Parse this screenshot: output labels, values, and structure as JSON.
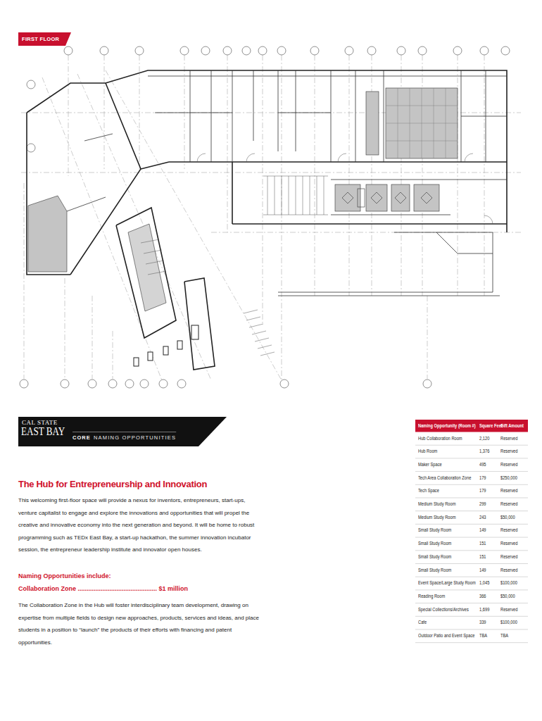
{
  "diagram": {
    "title": "The Hub for Entrepreneurship and Innovation",
    "nodes": [
      {
        "text": [
          "FIRST FLOOR"
        ]
      },
      {
        "text": [
          "CAL STATE",
          "EAST BAY",
          "CORE",
          "NAMING OPPORTUNITIES"
        ]
      }
    ],
    "labels": [
      "Naming Opportunity (Room #)",
      "Square Feet",
      "Gift Amount",
      "Hub Collaboration Room",
      "2,120",
      "Reserved",
      "Hub Room",
      "1,376",
      "Reserved",
      "Maker Space",
      "495",
      "Reserved",
      "Tech Area Collaboration Zone",
      "179",
      "$250,000",
      "Tech Space",
      "179",
      "Reserved",
      "Medium Study Room",
      "299",
      "Reserved",
      "Medium Study Room",
      "243",
      "$50,000",
      "Small Study Room",
      "149",
      "Reserved",
      "Small Study Room",
      "151",
      "Reserved",
      "Small Study Room",
      "151",
      "Reserved",
      "Small Study Room",
      "149",
      "Reserved",
      "Event Space/Large Study Room",
      "1,045",
      "$100,000",
      "Reading Room",
      "366",
      "$50,000",
      "Special Collections/Archives",
      "1,699",
      "Reserved",
      "Cafe",
      "339",
      "$100,000",
      "Outdoor Patio and Event Space",
      "TBA",
      "TBA",
      "This welcoming first-floor space will provide a nexus for inventors, entrepreneurs, start-ups, venture capitalist to engage and explore the innovations and opportunities that will propel the creative and innovative economy into the next generation and beyond. It will be home to robust programming such as TEDx East Bay, a start-up hackathon, the summer innovation incubator session, the entrepreneur leadership institute and innovator open houses.",
      "Naming Opportunities include:",
      "Collaboration Zone ............................................. $1 million",
      "The Collaboration Zone in the Hub will foster interdisciplinary team development, drawing on expertise from multiple fields to design new approaches, products, services and ideas, and place students in a position to “launch” the products of their efforts with financing and patent opportunities."
    ]
  }
}
